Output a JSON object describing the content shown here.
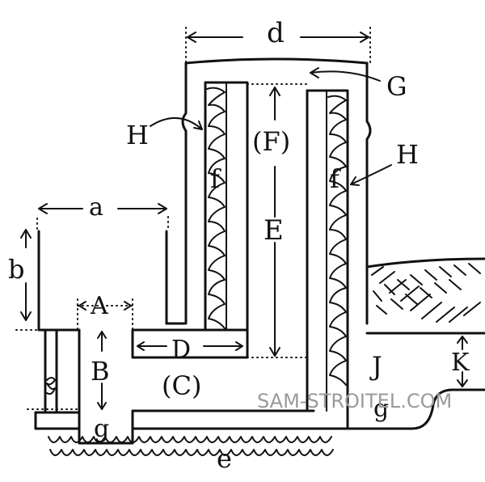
{
  "diagram": {
    "ink_color": "#111111",
    "watermark_color": "#9a9a9a",
    "labels": {
      "d": "d",
      "G": "G",
      "H_left": "H",
      "H_right": "H",
      "F": "(F)",
      "f_left": "f",
      "f_right": "f",
      "E": "E",
      "a": "a",
      "b": "b",
      "A": "A",
      "B": "B",
      "D": "D",
      "C": "(C)",
      "g_left": "g",
      "g_right": "g",
      "e": "e",
      "J": "J",
      "K": "K"
    },
    "watermark": "SAM-STROITEL.COM"
  }
}
